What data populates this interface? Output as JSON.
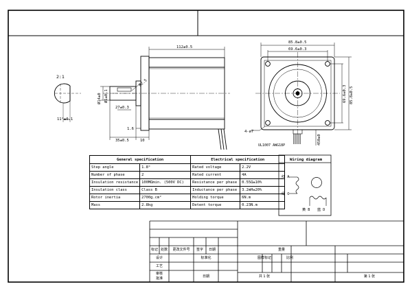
{
  "front_view": {
    "ratio_label": "2:1",
    "key_dim": "11°±0.1",
    "shaft_dia_1": "Ø14±0",
    "shaft_dia_2": "Ø1±0.1",
    "key_length": "27±0.3",
    "radius": "R2.5",
    "shoulder": "1.6",
    "shaft_length": "35±0.5",
    "flange": "10",
    "body_length": "112±0.5"
  },
  "end_view": {
    "outer_width": "85.8±0.5",
    "hole_spacing": "69.6±0.3",
    "hole_spacing_v": "69.6±0.3",
    "outer_height": "85.8±0.5",
    "holes": "4-ø7",
    "wire_spec": "UL1007 AWG18P",
    "lead_length": "450±0"
  },
  "wiring": {
    "title": "Wiring diagram",
    "labels": [
      "红 A",
      "绿 C",
      "黄 B",
      "蓝 D"
    ]
  },
  "spec": {
    "general_title": "General  specification",
    "electrical_title": "Electrical  specification",
    "rows": [
      [
        "Step angle",
        "1.8°",
        "Rated voltage",
        "2.2V"
      ],
      [
        "Number of phase",
        "2",
        "Rated current",
        "4A"
      ],
      [
        "Insulation resistance",
        "100MΩmin. (500V DC)",
        "Resistance per phase",
        "0.55Ω±10%"
      ],
      [
        "Insulation class",
        "Class B",
        "Inductance per phase",
        "3.2mH±20%"
      ],
      [
        "Rotor inertia",
        "2700g.cm²",
        "Holding torque",
        "6N.m"
      ],
      [
        "Mass",
        "2.8kg",
        "Detent torque",
        "0.23N.m"
      ]
    ]
  },
  "title_block": {
    "r1": [
      "标记",
      "处数",
      "更改文件号",
      "签字",
      "日期"
    ],
    "design": "设计",
    "std": "标准化",
    "check": "审核",
    "process": "工艺",
    "approve": "批准",
    "date": "日期",
    "stage": "图样标记",
    "weight": "重量",
    "scale": "比例",
    "sheets": "共 1 张",
    "sheet": "第 1 张"
  }
}
